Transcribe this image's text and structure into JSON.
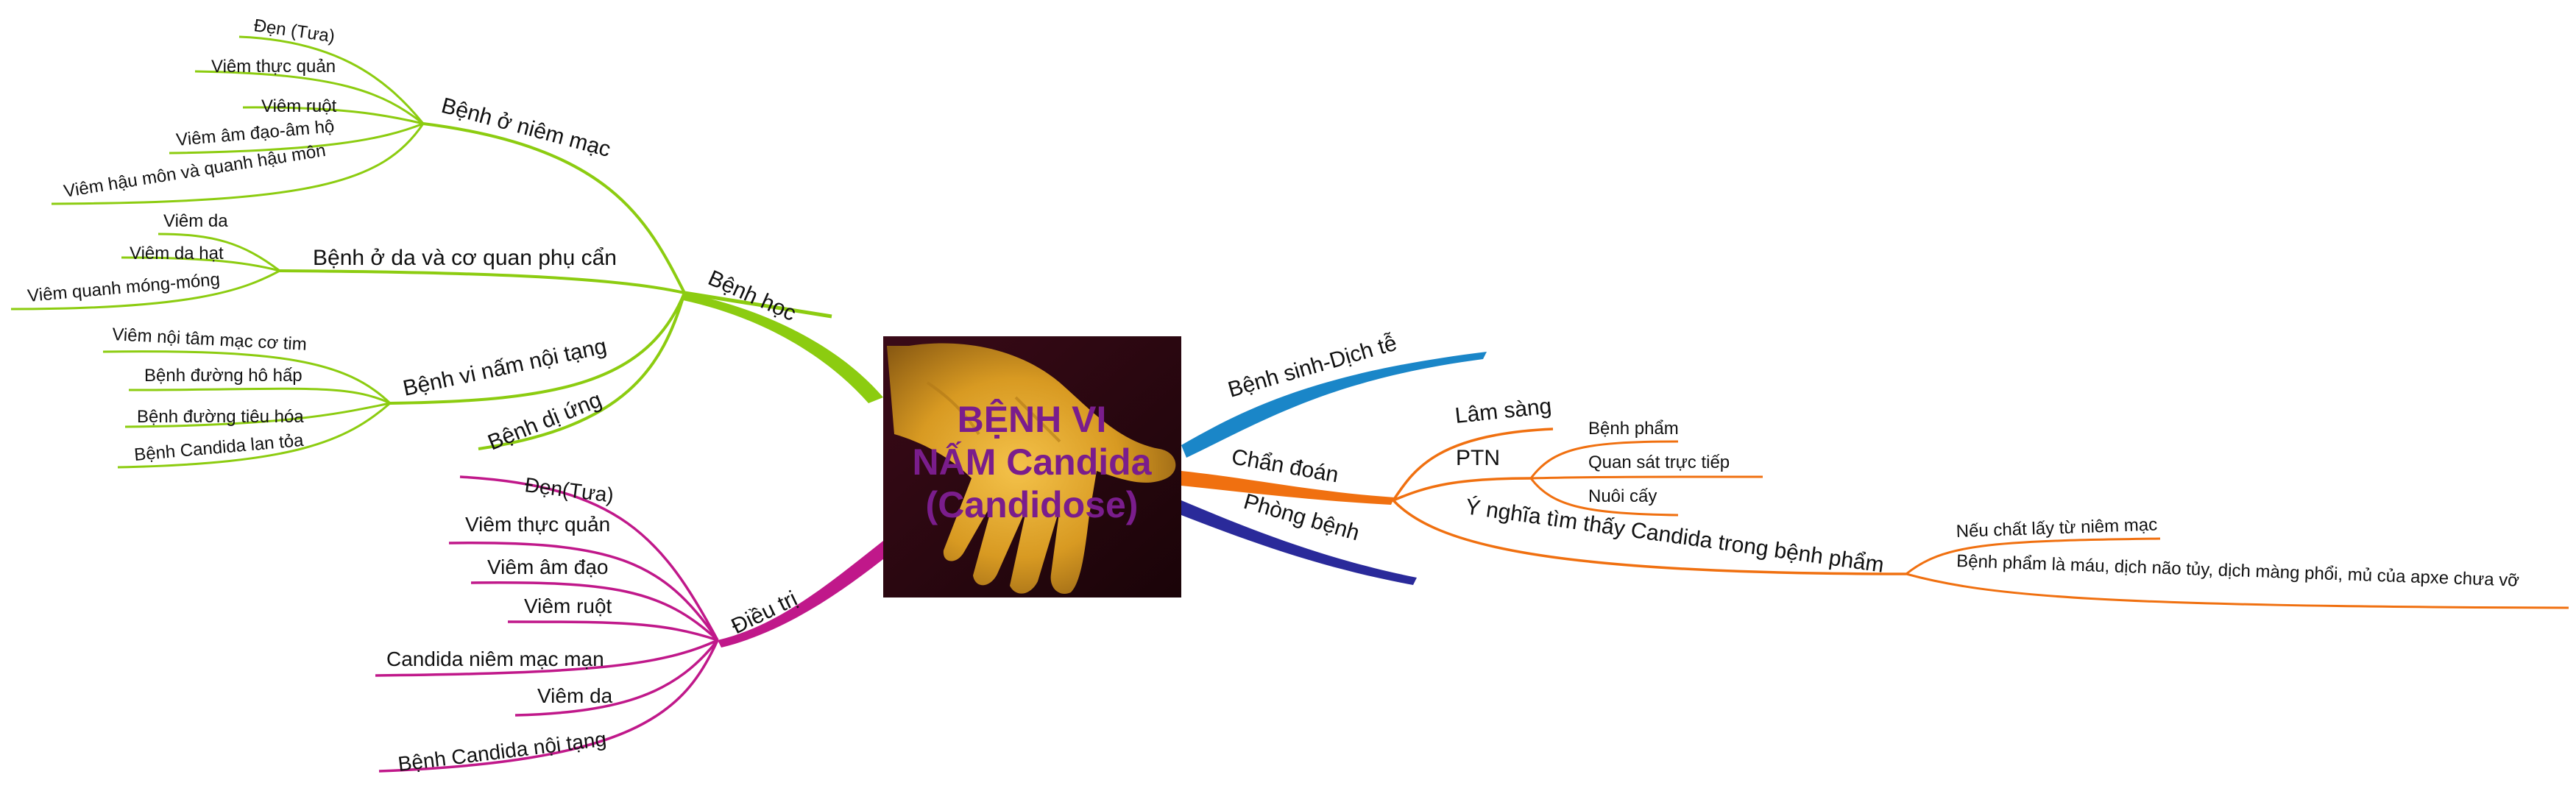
{
  "central_topic": {
    "line1": "BỆNH VI",
    "line2": "NẤM Candida",
    "line3": "(Candidose)",
    "image_icon": "hand-with-candida-infection-photo",
    "title_color": "#7a1d8c"
  },
  "colors": {
    "benh_hoc": "#8ccc10",
    "dieu_tri": "#c0188a",
    "benh_sinh": "#1a86c8",
    "chan_doan": "#f07010",
    "phong_benh": "#2a2a9a"
  },
  "branches": {
    "benh_hoc": {
      "label": "Bệnh học",
      "niem_mac": {
        "label": "Bệnh ở niêm mạc",
        "items": [
          "Đẹn (Tưa)",
          "Viêm thực quản",
          "Viêm ruột",
          "Viêm âm đạo-âm hộ",
          "Viêm hậu môn và quanh hậu môn"
        ]
      },
      "da": {
        "label": "Bệnh ở da và cơ quan phụ cẩn",
        "items": [
          "Viêm da",
          "Viêm da hạt",
          "Viêm quanh móng-móng"
        ]
      },
      "noi_tang": {
        "label": "Bệnh vi nấm nội tạng",
        "items": [
          "Viêm nội tâm mạc cơ tim",
          "Bệnh đường hô hấp",
          "Bệnh đường tiêu hóa",
          "Bệnh Candida lan tỏa"
        ]
      },
      "di_ung": {
        "label": "Bệnh dị ứng"
      }
    },
    "dieu_tri": {
      "label": "Điều trị",
      "items": [
        "Đẹn(Tưa)",
        "Viêm thực quản",
        "Viêm âm đạo",
        "Viêm ruột",
        "Candida niêm mạc mạn",
        "Viêm da",
        "Bệnh Candida nội tạng"
      ]
    },
    "benh_sinh": {
      "label": "Bệnh sinh-Dịch tễ"
    },
    "chan_doan": {
      "label": "Chẩn đoán",
      "lam_sang": "Lâm sàng",
      "ptn": {
        "label": "PTN",
        "items": [
          "Bệnh phẩm",
          "Quan sát trực tiếp",
          "Nuôi cấy"
        ]
      },
      "y_nghia": {
        "label": "Ý nghĩa tìm thấy Candida trong bệnh phẩm",
        "items": [
          "Nếu chất lấy từ niêm mạc",
          "Bệnh phẩm là máu, dịch não tủy, dịch màng phổi, mủ của apxe chưa vỡ"
        ]
      }
    },
    "phong_benh": {
      "label": "Phòng bệnh"
    }
  }
}
